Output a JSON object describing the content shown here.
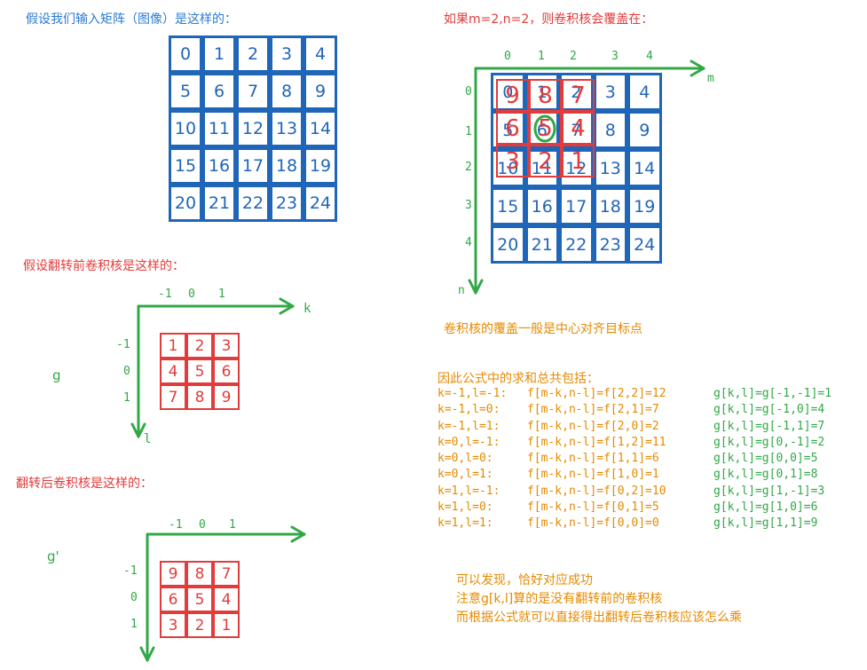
{
  "colors": {
    "blue": "#2066b8",
    "red": "#e23b3b",
    "green": "#31a846",
    "orange": "#e58a00"
  },
  "titles": {
    "input": "假设我们输入矩阵（图像）是这样的：",
    "kernel_before": "假设翻转前卷积核是这样的：",
    "kernel_after": "翻转后卷积核是这样的：",
    "overlay": "如果m=2,n=2，则卷积核会覆盖在：",
    "center_note": "卷积核的覆盖一般是中心对齐目标点",
    "sum_intro": "因此公式中的求和总共包括："
  },
  "input_matrix": [
    [
      "0",
      "1",
      "2",
      "3",
      "4"
    ],
    [
      "5",
      "6",
      "7",
      "8",
      "9"
    ],
    [
      "10",
      "11",
      "12",
      "13",
      "14"
    ],
    [
      "15",
      "16",
      "17",
      "18",
      "19"
    ],
    [
      "20",
      "21",
      "22",
      "23",
      "24"
    ]
  ],
  "kernel_before": {
    "label": "g",
    "col_ticks": [
      "-1",
      "0",
      "1"
    ],
    "row_ticks": [
      "-1",
      "0",
      "1"
    ],
    "axis_x_label": "k",
    "axis_y_label": "l",
    "cells": [
      [
        "1",
        "2",
        "3"
      ],
      [
        "4",
        "5",
        "6"
      ],
      [
        "7",
        "8",
        "9"
      ]
    ]
  },
  "kernel_after": {
    "label": "g'",
    "col_ticks": [
      "-1",
      "0",
      "1"
    ],
    "row_ticks": [
      "-1",
      "0",
      "1"
    ],
    "cells": [
      [
        "9",
        "8",
        "7"
      ],
      [
        "6",
        "5",
        "4"
      ],
      [
        "3",
        "2",
        "1"
      ]
    ]
  },
  "overlay": {
    "col_ticks": [
      "0",
      "1",
      "2",
      "3",
      "4"
    ],
    "row_ticks": [
      "0",
      "1",
      "2",
      "3",
      "4"
    ],
    "axis_x_label": "m",
    "axis_y_label": "n",
    "kernel": [
      [
        "9",
        "8",
        "7"
      ],
      [
        "6",
        "5",
        "4"
      ],
      [
        "3",
        "2",
        "1"
      ]
    ]
  },
  "formula_left": [
    "k=-1,l=-1:",
    "k=-1,l=0:",
    "k=-1,l=1:",
    "k=0,l=-1:",
    "k=0,l=0:",
    "k=0,l=1:",
    "k=1,l=-1:",
    "k=1,l=0:",
    "k=1,l=1:"
  ],
  "formula_mid": [
    "f[m-k,n-l]=f[2,2]=12",
    "f[m-k,n-l]=f[2,1]=7",
    "f[m-k,n-l]=f[2,0]=2",
    "f[m-k,n-l]=f[1,2]=11",
    "f[m-k,n-l]=f[1,1]=6",
    "f[m-k,n-l]=f[1,0]=1",
    "f[m-k,n-l]=f[0,2]=10",
    "f[m-k,n-l]=f[0,1]=5",
    "f[m-k,n-l]=f[0,0]=0"
  ],
  "formula_right": [
    "g[k,l]=g[-1,-1]=1",
    "g[k,l]=g[-1,0]=4",
    "g[k,l]=g[-1,1]=7",
    "g[k,l]=g[0,-1]=2",
    "g[k,l]=g[0,0]=5",
    "g[k,l]=g[0,1]=8",
    "g[k,l]=g[1,-1]=3",
    "g[k,l]=g[1,0]=6",
    "g[k,l]=g[1,1]=9"
  ],
  "conclusion": [
    "可以发现，恰好对应成功",
    "注意g[k,l]算的是没有翻转前的卷积核",
    "而根据公式就可以直接得出翻转后卷积核应该怎么乘"
  ]
}
